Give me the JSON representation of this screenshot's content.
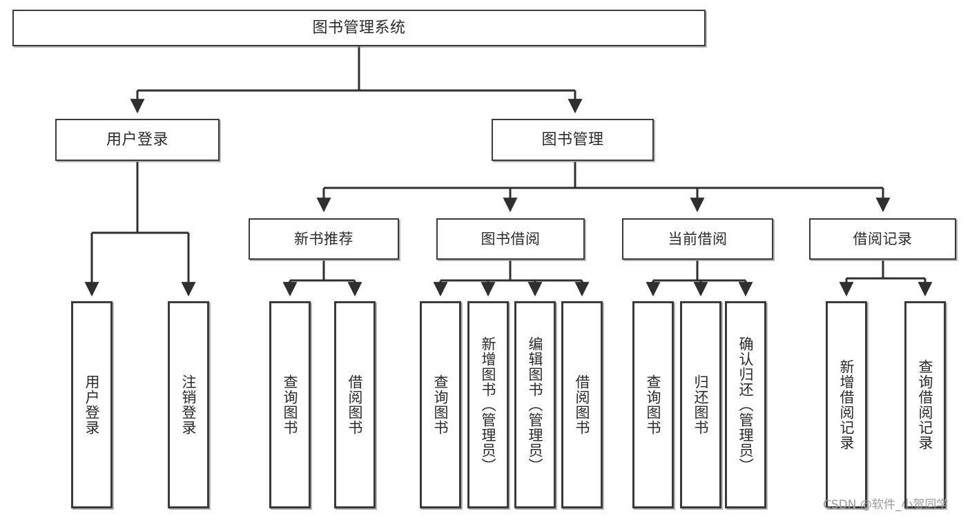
{
  "diagram": {
    "title": "图书管理系统",
    "root": {
      "label": "图书管理系统"
    },
    "level1": [
      {
        "label": "用户登录"
      },
      {
        "label": "图书管理"
      }
    ],
    "level2": [
      {
        "label": "新书推荐"
      },
      {
        "label": "图书借阅"
      },
      {
        "label": "当前借阅"
      },
      {
        "label": "借阅记录"
      }
    ],
    "leaves_user_login": [
      {
        "label": "用户登录"
      },
      {
        "label": "注销登录"
      }
    ],
    "leaves_new_book": [
      {
        "label": "查询图书"
      },
      {
        "label": "借阅图书"
      }
    ],
    "leaves_borrow": [
      {
        "label": "查询图书"
      },
      {
        "label": "新增图书（管理员）"
      },
      {
        "label": "编辑图书（管理员）"
      },
      {
        "label": "借阅图书"
      }
    ],
    "leaves_current": [
      {
        "label": "查询图书"
      },
      {
        "label": "归还图书"
      },
      {
        "label": "确认归还（管理员）"
      }
    ],
    "leaves_records": [
      {
        "label": "新增借阅记录"
      },
      {
        "label": "查询借阅记录"
      }
    ]
  },
  "watermark": {
    "text": "CSDN @软件_小贺同学"
  },
  "colors": {
    "background": "#ffffff",
    "box_border": "#3a3a3a",
    "text": "#2b2b2b",
    "connector": "#2f2f2f",
    "watermark": "#9a9a9a"
  }
}
